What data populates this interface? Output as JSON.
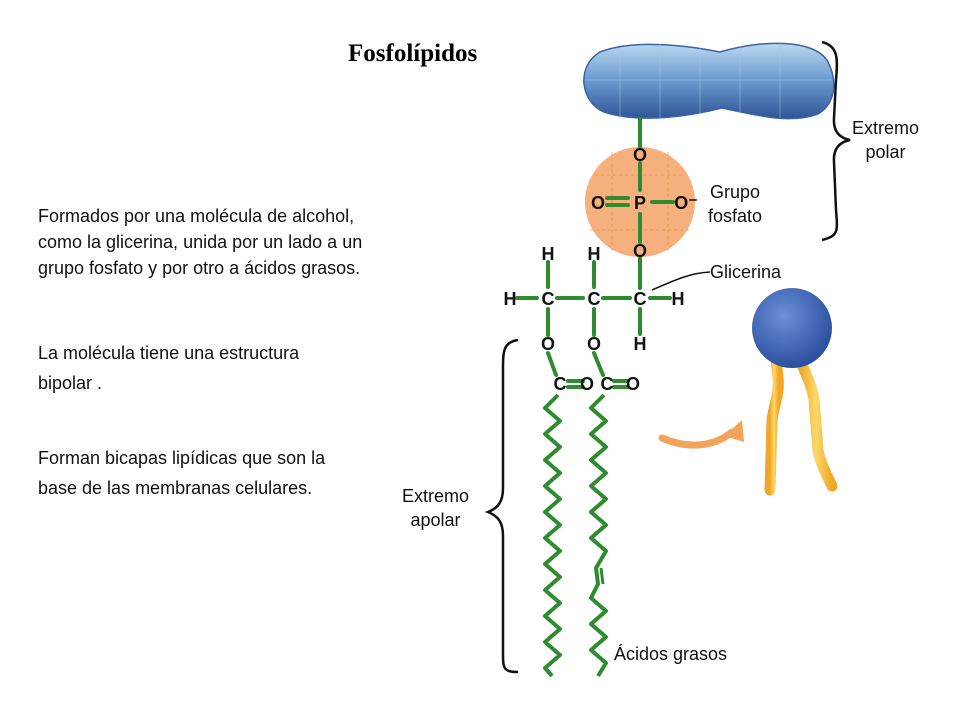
{
  "title": "Fosfolípidos",
  "paragraphs": [
    [
      "Formados por una molécula de alcohol,",
      "como la glicerina, unida por un lado a un",
      "grupo fosfato y por otro a ácidos grasos."
    ],
    [
      "La molécula tiene una estructura",
      "bipolar ."
    ],
    [
      "Forman bicapas lipídicas que son la",
      "base de las membranas celulares."
    ]
  ],
  "labels": {
    "polar_head": [
      "Extremo",
      "polar"
    ],
    "phosphate_group": [
      "Grupo",
      "fosfato"
    ],
    "glycerin": "Glicerina",
    "apolar_tail": [
      "Extremo",
      "apolar"
    ],
    "fatty_acids": "Ácidos grasos"
  },
  "atoms": {
    "oxygen": "O",
    "phosphorus": "P",
    "carbon": "C",
    "hydrogen": "H",
    "o_minus": "O⁻"
  },
  "colors": {
    "bond_green": "#2e8b2e",
    "phosphate_orange": "#f6b07d",
    "head_blue": "#3a63a8",
    "tail_yellow": "#f7c341",
    "arrow_orange": "#f3a35a"
  }
}
